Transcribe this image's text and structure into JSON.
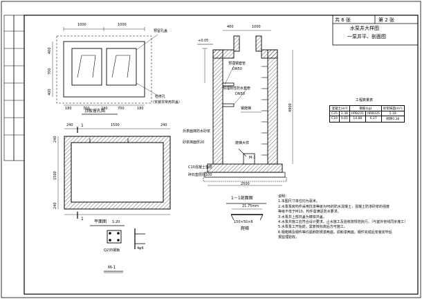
{
  "title_block": {
    "sheet_count": "共 6 张",
    "sheet_no": "第 2 张",
    "title_line1": "水泵井大样图",
    "title_line2": "一泵井平、剖面图"
  },
  "roof_plan": {
    "title": "顶板留孔图",
    "dim_top": [
      "1000",
      "1000"
    ],
    "dim_bottom": [
      "180",
      "700",
      "240",
      "700",
      "180"
    ],
    "dim_left": [
      "400",
      "700",
      "400"
    ],
    "label_top": "预留孔盖",
    "label_right": "检修孔",
    "label_right2": "（安装非常用井盖）"
  },
  "plan_view": {
    "title": "平面图",
    "dim_top": [
      "240",
      "1500",
      "240"
    ],
    "dim_left": [
      "240",
      "1500",
      "240"
    ],
    "section_mark": "1",
    "scale": "1:20"
  },
  "section_view": {
    "title": "1－1剖面图",
    "dim_top": [
      "400",
      "1000"
    ],
    "elev_top": "+0.05",
    "dim_right_total": "4900",
    "labels": {
      "pipe": "预埋钢套管",
      "pipe_spec": "DN50",
      "flex_pipe": "预埋刚性防水套管",
      "flex_spec": "DN50",
      "ladder": "钢爬梯",
      "outer": "外表面抹防水砂浆",
      "outer2": "砂浆抹面厚20",
      "ladder2": "爬梯大样",
      "base": "C10混凝土垫层",
      "gravel": "碎石垫层厚100"
    },
    "marker": "M-1",
    "dim_bottom": "2500"
  },
  "ladder_detail": {
    "title": "爬梯",
    "dim": "21.75mm",
    "spec": "150×50×8"
  },
  "m1_detail": {
    "title": "M-1",
    "label": "Q235钢板",
    "dim": "4φ6"
  },
  "qty_table": {
    "title": "工程数量表",
    "headers": [
      "混凝土(m³)",
      "钢筋(kg)",
      "砂浆抹面(m²)"
    ],
    "rows": [
      [
        "C25",
        "2.38",
        "HPB235",
        "HRB335",
        "5.18"
      ],
      [
        "C10",
        "0.65",
        "14.88",
        "6.27",
        "砌砖0.38"
      ]
    ]
  },
  "notes": {
    "heading": "说明：",
    "items": [
      "1.本图尺寸单位均为毫米。",
      "2.水泵泵房构件采用抗渗等级为P6的防水混凝土，混凝土防渗砂浆的强度",
      "  等级不低于M10，构件需满足防水要求。",
      "3.水泵井上部井盖为铸铁井盖。",
      "4.水泵井施工应符合设计要求，止水施工及验收按规范执行。（与室外管线同步施工）",
      "5.水泵泵工开始前，需复核标高后方可施工。",
      "6.钢爬梯及钢件等均需刷防锈漆两遍，调和漆两遍，钢件完成后安装完毕后",
      "  报监理验收。"
    ]
  }
}
